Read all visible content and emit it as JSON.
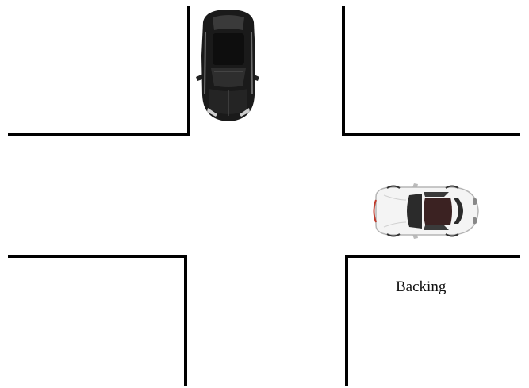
{
  "colors": {
    "background": "#ffffff",
    "curb": "#000000",
    "dark_car": "#1a1a1a",
    "white_car": "#f4f4f4"
  },
  "vehicles": [
    {
      "name": "dark-car",
      "color": "dark",
      "heading": "south"
    },
    {
      "name": "white-car",
      "color": "white",
      "heading": "west"
    }
  ],
  "labels": {
    "white_car_action": "Backing"
  }
}
